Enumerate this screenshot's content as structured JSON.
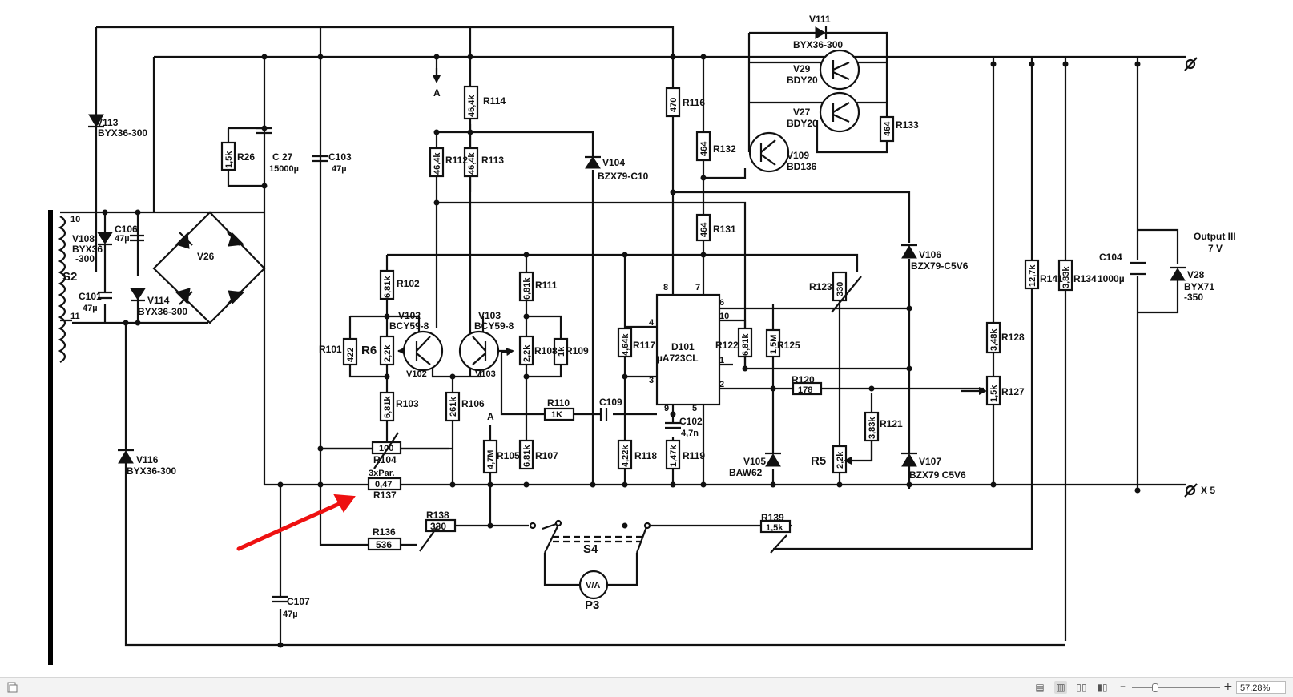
{
  "labels": {
    "v111": "V111",
    "v111_type": "BYX36-300",
    "v29": "V29",
    "v29_type": "BDY20",
    "v27": "V27",
    "v27_type": "BDY20",
    "r133": "R133",
    "r133_val": "464",
    "v109": "V109",
    "v109_type": "BD136",
    "r132": "R132",
    "r132_val": "464",
    "r116": "R116",
    "r116_val": "470",
    "r131": "R131",
    "r131_val": "464",
    "v113": "V113",
    "v113_type": "BYX36-300",
    "r26": "R26",
    "r26_val": "1,5k",
    "c27": "C 27",
    "c27_val": "15000µ",
    "c103": "C103",
    "c103_val": "47µ",
    "a_top": "A",
    "r114": "R114",
    "r114_val": "46,4k",
    "r112": "R112",
    "r112_val": "46,4k",
    "r113": "R113",
    "r113_val": "46,4k",
    "v104": "V104",
    "v104_type": "BZX79-C10",
    "v106": "V106",
    "v106_type": "BZX79-C5V6",
    "r123": "R123",
    "r123_val": "330",
    "output_label": "Output III",
    "output_volt": "7 V",
    "c104": "C104",
    "c104_val": "1000µ",
    "v28": "V28",
    "v28_type": "BYX71",
    "v28_type2": "-350",
    "r141": "R141",
    "r141_val": "12,7k",
    "r134": "R134",
    "r134_val": "3,83k",
    "r128": "R128",
    "r128_val": "3,48k",
    "r127": "R127",
    "r127_val": "1,5k",
    "s2": "S2",
    "pin10": "10",
    "pin11": "11",
    "v108": "V108",
    "v108_type": "BYX36",
    "v108_type2": "-300",
    "c106": "C106",
    "c106_val": "47µ",
    "c101": "C101",
    "c101_val": "47µ",
    "v114": "V114",
    "v114_type": "BYX36-300",
    "v26": "V26",
    "r102": "R102",
    "r102_val": "6,81k",
    "r111": "R111",
    "r111_val": "6,81k",
    "v102": "V102",
    "v102_type": "BCY59-8",
    "v102_pin": "V102",
    "v103": "V103",
    "v103_type": "BCY59-8",
    "v103_pin": "V103",
    "r101": "R101",
    "r101_val": "422",
    "r6": "R6",
    "r6_val": "2,2k",
    "r108": "R108",
    "r108_val": "2,2k",
    "r109": "R109",
    "r109_val": "1k",
    "r117": "R117",
    "r117_val": "4,64k",
    "d101": "D101",
    "d101_type": "µA723CL",
    "r122": "R122",
    "r122_val": "6,81k",
    "r125": "R125",
    "r125_val": "1,5M",
    "pin8": "8",
    "pin7": "7",
    "pin6": "6",
    "pin10ic": "10",
    "pin1": "1",
    "pin4": "4",
    "pin3": "3",
    "pin2": "2",
    "pin9": "9",
    "pin5": "5",
    "r120": "R120",
    "r120_val": "178",
    "r103": "R103",
    "r103_val": "6,81k",
    "r106": "R106",
    "r106_val": "261k",
    "r110": "R110",
    "r110_val": "1K",
    "c109": "C109",
    "c102": "C102",
    "c102_val": "4,7n",
    "a_bottom": "A",
    "r121": "R121",
    "r121_val": "3,83k",
    "r104": "R104",
    "r104_val": "100",
    "r105": "R105",
    "r105_val": "4,7M",
    "r107": "R107",
    "r107_val": "6,81k",
    "r118": "R118",
    "r118_val": "4,22k",
    "r119": "R119",
    "r119_val": "1,47k",
    "v105": "V105",
    "v105_type": "BAW62",
    "r5": "R5",
    "r5_val": "2,2k",
    "v107": "V107",
    "v107_type": "BZX79 C5V6",
    "v116": "V116",
    "v116_type": "BYX36-300",
    "r137_note": "3xPar.",
    "r137_val": "0,47",
    "r137": "R137",
    "x5": "X 5",
    "r138": "R138",
    "r138_val": "330",
    "r136": "R136",
    "r136_val": "536",
    "r139": "R139",
    "r139_val": "1,5k",
    "s4": "S4",
    "p3": "P3",
    "p3_symbol": "V/A",
    "c107": "C107",
    "c107_val": "47µ"
  },
  "statusbar": {
    "zoom_level": "57,28%",
    "zoom_minus": "–",
    "zoom_plus": "+"
  },
  "colors": {
    "ink": "#111111",
    "arrow": "#ee1111",
    "statusbar_bg": "#f3f3f3"
  }
}
